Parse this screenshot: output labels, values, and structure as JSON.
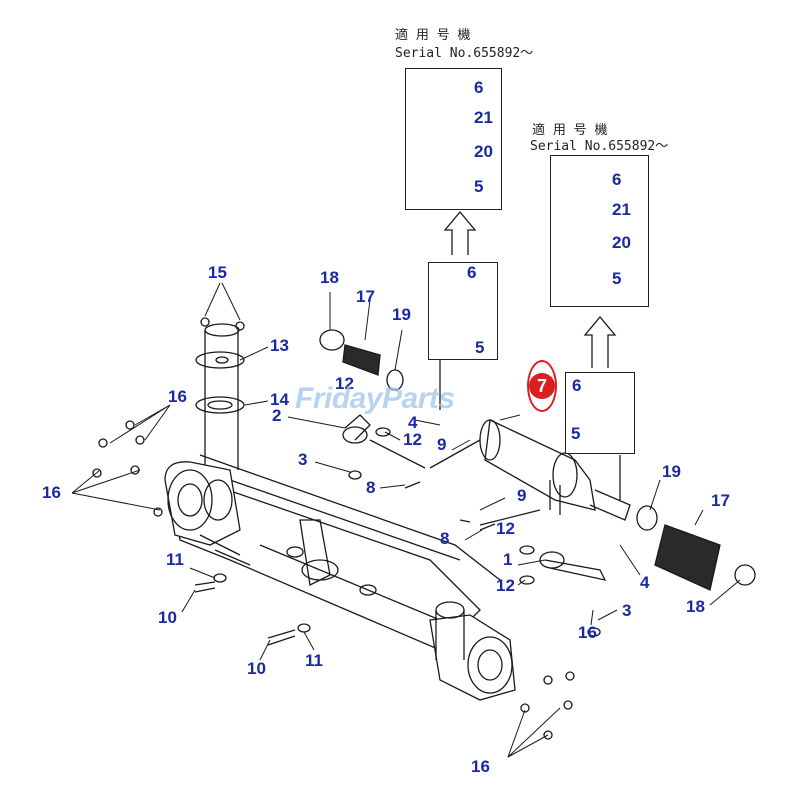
{
  "insets": {
    "top_left": {
      "applicability_jp": "適 用 号 機",
      "serial": "Serial No.655892～",
      "callouts": [
        "6",
        "21",
        "20",
        "5"
      ]
    },
    "top_right": {
      "applicability_jp": "適 用 号 機",
      "serial": "Serial No.655892～",
      "callouts": [
        "6",
        "21",
        "20",
        "5"
      ]
    },
    "middle": {
      "callouts": [
        "6",
        "5"
      ]
    },
    "lower_right": {
      "callouts": [
        "6",
        "5"
      ]
    }
  },
  "callouts": {
    "c15": "15",
    "c13": "13",
    "c14": "14",
    "c16a": "16",
    "c16b": "16",
    "c18a": "18",
    "c17a": "17",
    "c19a": "19",
    "c12a": "12",
    "c2": "2",
    "c12b": "12",
    "c4a": "4",
    "c9a": "9",
    "c3a": "3",
    "c8a": "8",
    "c9b": "9",
    "c12c": "12",
    "c8b": "8",
    "c1": "1",
    "c12d": "12",
    "c19b": "19",
    "c17b": "17",
    "c4b": "4",
    "c18b": "18",
    "c3b": "3",
    "c16c": "16",
    "c11a": "11",
    "c10a": "10",
    "c10b": "10",
    "c11b": "11",
    "c16d": "16"
  },
  "highlight": {
    "label": "7",
    "color": "#d81e1e"
  },
  "watermark": {
    "text": "FridayParts",
    "color": "#9ec5ea"
  }
}
